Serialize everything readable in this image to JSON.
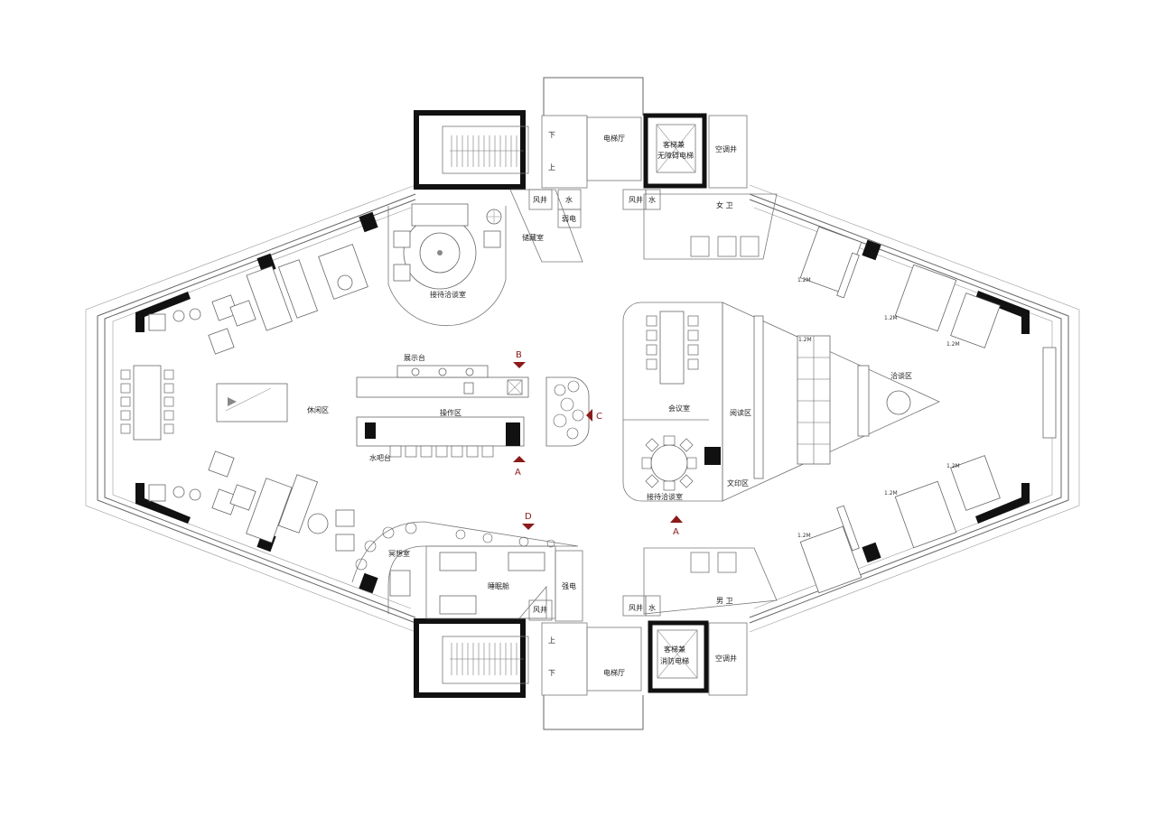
{
  "labels": {
    "stair_down_top": "下",
    "stair_up_top": "上",
    "elevator_hall_top": "电梯厅",
    "elevator_top_l1": "客梯兼",
    "elevator_top_l2": "无障碍电梯",
    "ac_shaft_top": "空调井",
    "wind_shaft_tl": "风井",
    "water_tl": "水",
    "weak_elec_top": "弱电",
    "storage": "储藏室",
    "wind_shaft_tr": "风井",
    "water_tr": "水",
    "womens_wc": "女 卫",
    "reception_top": "接待洽谈室",
    "display": "展示台",
    "operation": "操作区",
    "lounge": "休闲区",
    "water_bar": "水吧台",
    "meeting": "会议室",
    "reading": "阅读区",
    "discussion": "洽谈区",
    "print": "文印区",
    "reception_mid": "接待洽谈室",
    "meditation": "冥想室",
    "sleep_pods": "睡眠舱",
    "strong_elec": "强电",
    "wind_shaft_bl": "风井",
    "wind_shaft_br": "风井",
    "water_br": "水",
    "mens_wc": "男 卫",
    "stair_up_bottom": "上",
    "stair_down_bottom": "下",
    "elevator_hall_bottom": "电梯厅",
    "elevator_bottom_l1": "客梯兼",
    "elevator_bottom_l2": "消防电梯",
    "ac_shaft_bottom": "空调井",
    "desk_width": "1.2M"
  },
  "markers": {
    "B": "B",
    "A_left": "A",
    "C": "C",
    "A_right": "A",
    "D": "D"
  }
}
